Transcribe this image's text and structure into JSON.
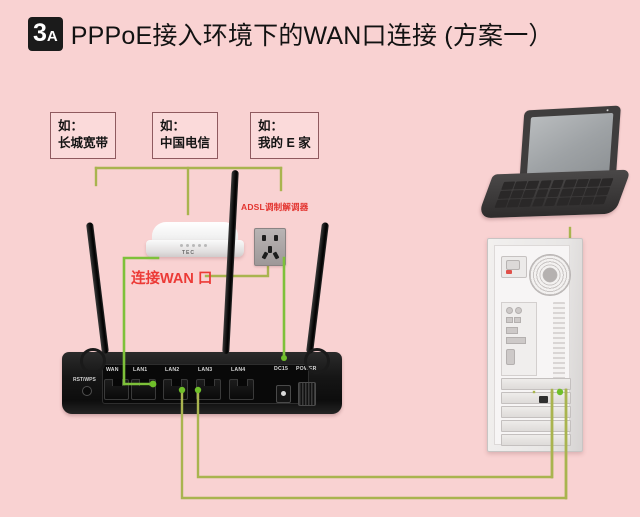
{
  "header": {
    "badge_number": "3",
    "badge_suffix": "A",
    "title": "PPPoE接入环境下的WAN口连接 (方案一）"
  },
  "callouts": [
    {
      "name": "isp-great-wall",
      "line1": "如：",
      "line2": "长城宽带"
    },
    {
      "name": "isp-china-telecom",
      "line1": "如：",
      "line2": "中国电信"
    },
    {
      "name": "isp-my-e-home",
      "line1": "如：",
      "line2": "我的 E 家"
    }
  ],
  "annotations": {
    "adsl_modem": "ADSL调制解调器",
    "connect_wan": "连接WAN 口"
  },
  "router": {
    "name": "wireless-router",
    "ports": [
      "WAN",
      "LAN1",
      "LAN2",
      "LAN3",
      "LAN4"
    ],
    "dc_label": "DC15",
    "power_label": "POWER",
    "reset_label": "RST/WPS"
  },
  "devices": {
    "modem_logo": "TEC",
    "laptop": "laptop-computer",
    "desktop": "desktop-pc-tower",
    "socket": "wall-power-socket"
  },
  "colors": {
    "background": "#f9d2d2",
    "cable_green": "#a9b44f",
    "cable_bright": "#6fbf2a",
    "accent_red": "#e3342f",
    "badge_dark": "#1b1b1b"
  }
}
